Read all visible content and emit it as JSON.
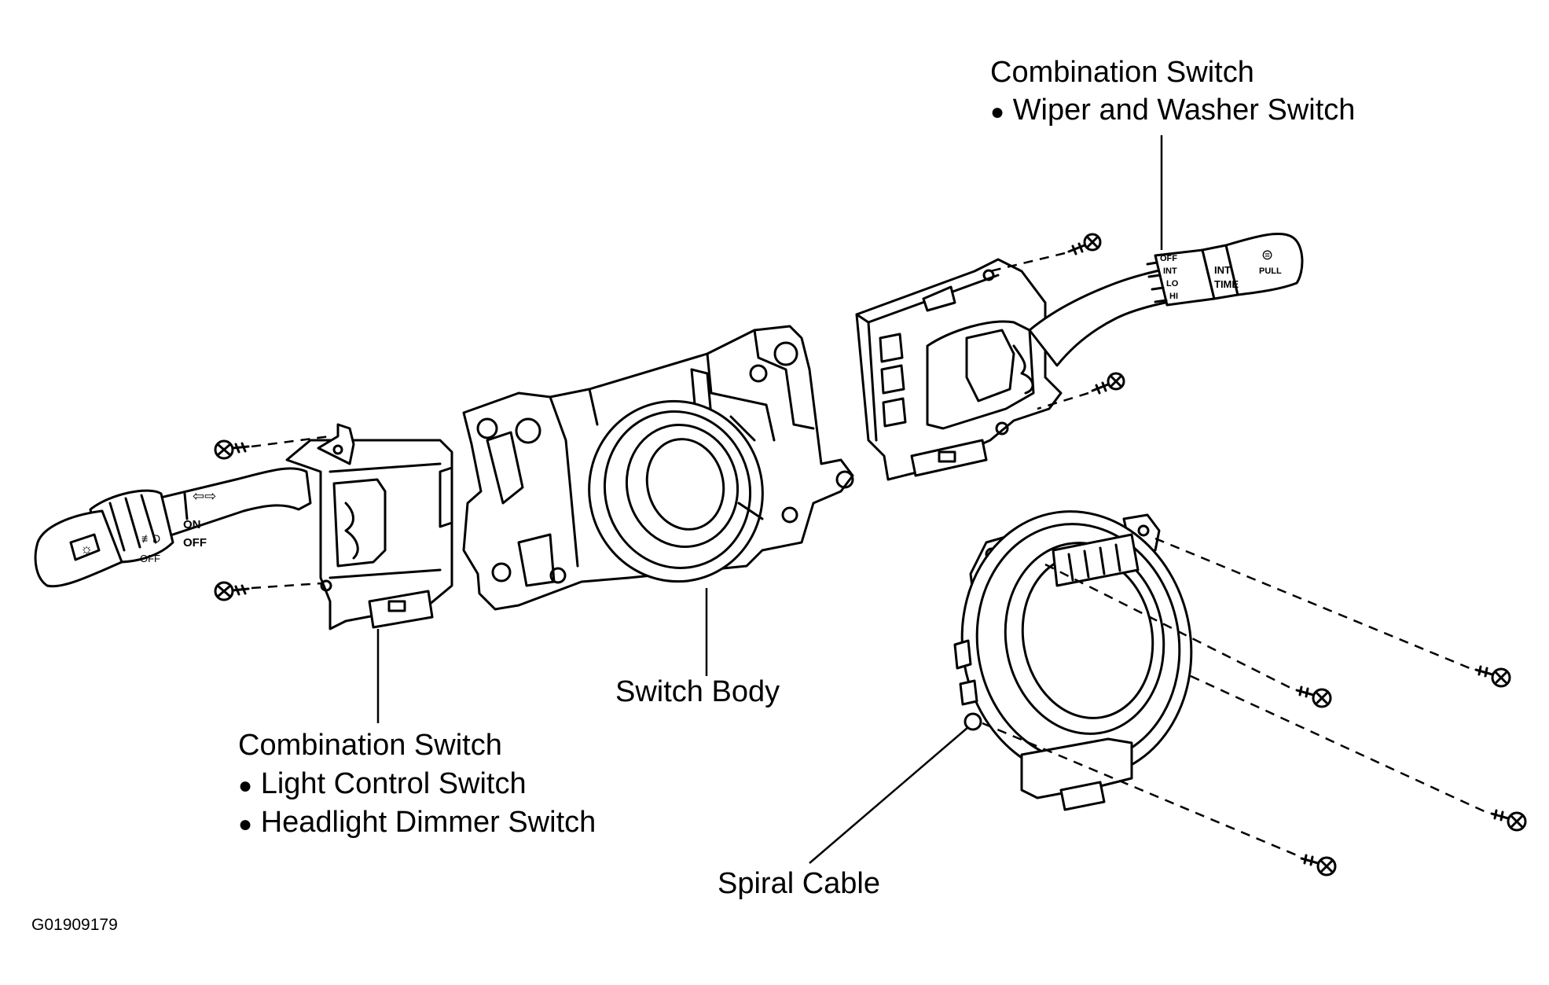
{
  "labels": {
    "wiper_title": "Combination Switch",
    "wiper_item": "Wiper and Washer Switch",
    "switch_body": "Switch Body",
    "light_title": "Combination Switch",
    "light_item_1": "Light Control Switch",
    "light_item_2": "Headlight Dimmer Switch",
    "spiral_cable": "Spiral Cable",
    "figure_code": "G01909179"
  },
  "wiper_markings": {
    "off": "OFF",
    "int": "INT",
    "lo": "LO",
    "hi": "HI",
    "int_time_1": "INT",
    "int_time_2": "TIME",
    "pull": "PULL"
  },
  "light_markings": {
    "on": "ON",
    "off": "OFF",
    "off_small": "OFF"
  },
  "bullet": "●",
  "colors": {
    "ink": "#000000",
    "paper": "#ffffff"
  }
}
